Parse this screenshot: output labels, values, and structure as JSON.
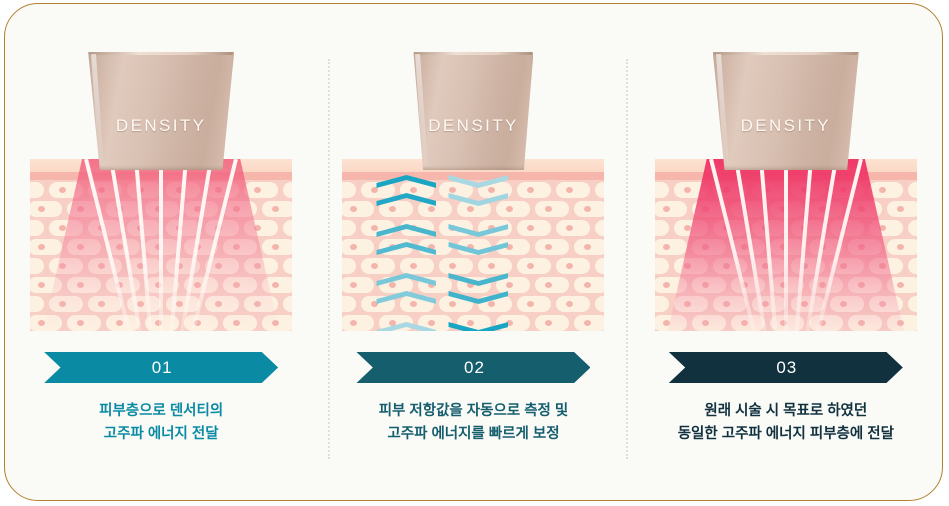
{
  "card": {
    "background_color": "#fafaf7",
    "border_color": "#b3812e"
  },
  "device": {
    "label": "DENSITY",
    "body_color": "#d5bbac"
  },
  "skin": {
    "epidermis_color": "#fde2d3",
    "papillary_color": "#f6b6ab",
    "dermis_color": "#f7cfc5",
    "cell_color": "#fdf2e2",
    "nucleus_color": "#f3b4ab"
  },
  "panels": [
    {
      "id": "01",
      "number": "01",
      "banner_color": "#0b8ba3",
      "text_color": "#0b8ba3",
      "caption": "피부층으로 덴서티의\n고주파 에너지 전달",
      "beam": "soft",
      "beam_color": "#f25676",
      "device_width": 146,
      "has_chevrons": false
    },
    {
      "id": "02",
      "number": "02",
      "banner_color": "#155e6e",
      "text_color": "#155e6e",
      "caption": "피부 저항값을 자동으로 측정 및\n고주파 에너지를 빠르게 보정",
      "beam": "none",
      "beam_color": "",
      "device_width": 120,
      "has_chevrons": true,
      "chevron_color_bright": "#19a5c4",
      "chevron_color_faded": "#a8d9e3"
    },
    {
      "id": "03",
      "number": "03",
      "banner_color": "#11313f",
      "text_color": "#11313f",
      "caption": "원래 시술 시 목표로 하였던\n동일한 고주파 에너지 피부층에 전달",
      "beam": "strong",
      "beam_color": "#ee2b5f",
      "device_width": 146,
      "has_chevrons": false
    }
  ]
}
